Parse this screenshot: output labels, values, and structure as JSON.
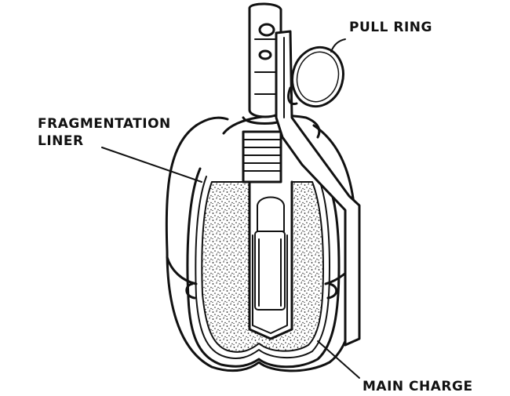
{
  "labels": {
    "pull_ring": "PULL RING",
    "fragmentation_liner_line1": "FRAGMENTATION",
    "fragmentation_liner_line2": "LINER",
    "main_charge": "MAIN CHARGE"
  }
}
